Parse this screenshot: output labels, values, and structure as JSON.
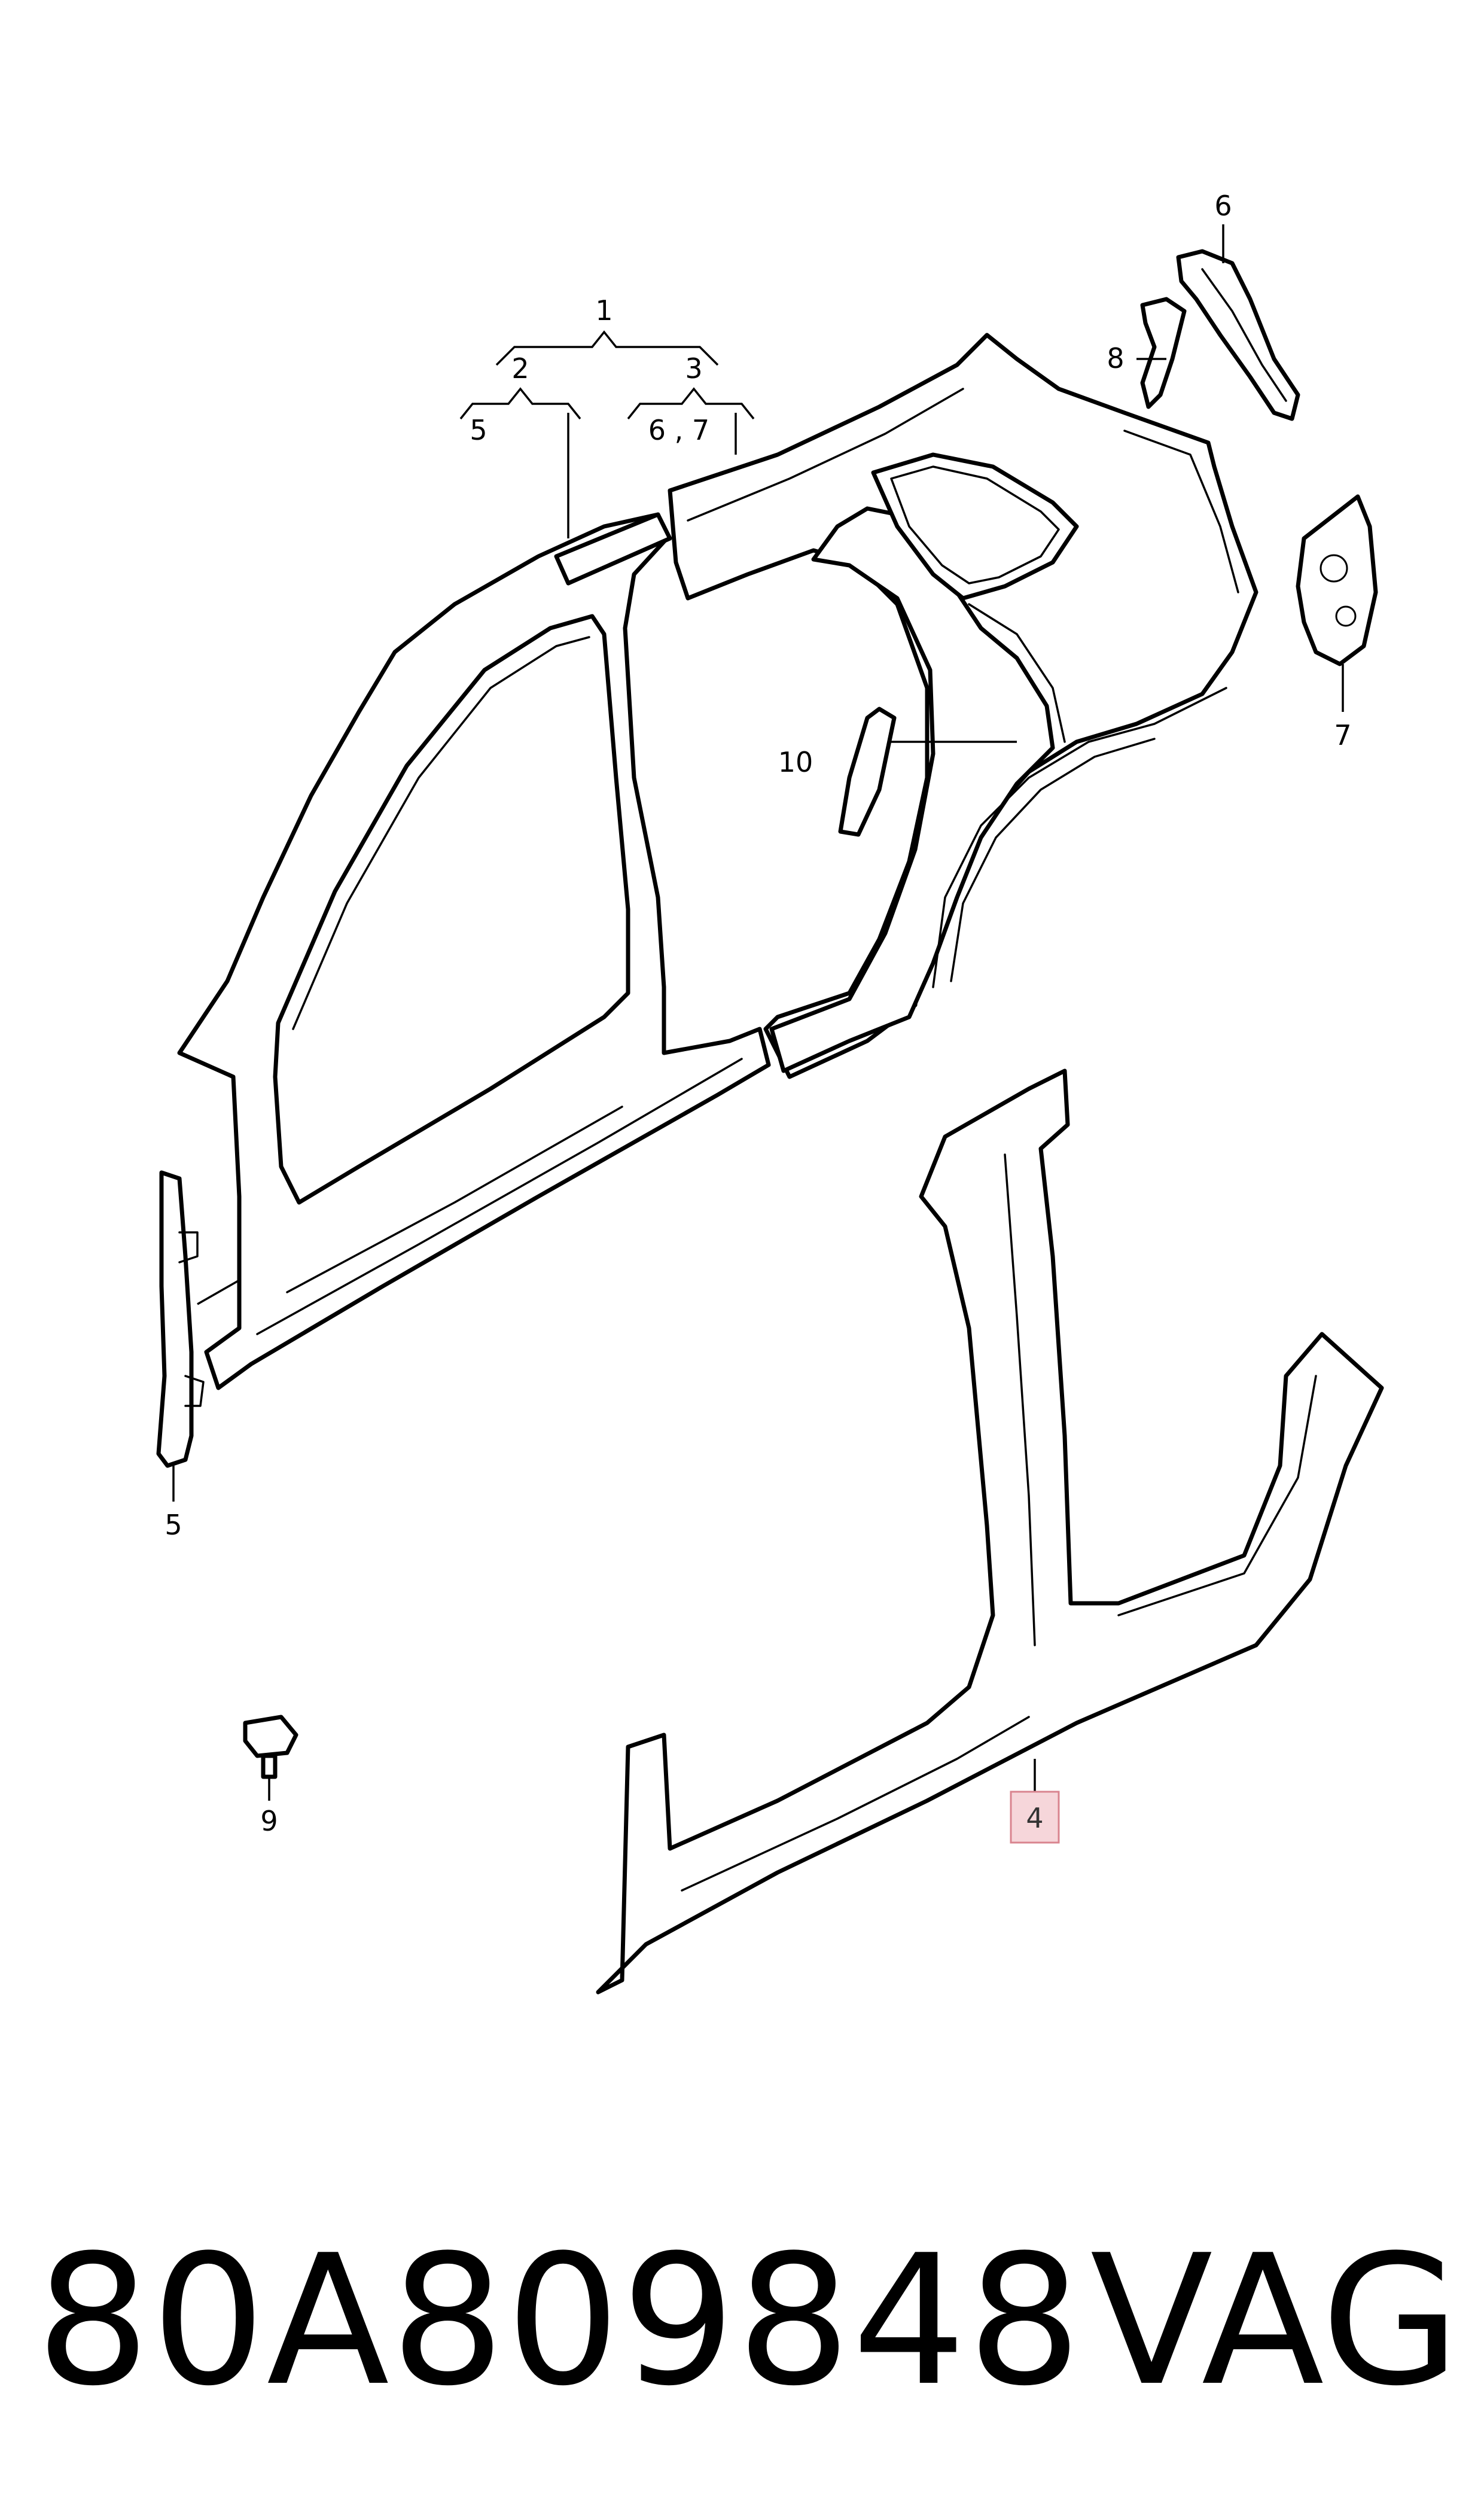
{
  "diagram": {
    "callouts": {
      "c1": "1",
      "c2": "2",
      "c3": "3",
      "c5_top": "5",
      "c67": "6 , 7",
      "c6": "6",
      "c8": "8",
      "c7": "7",
      "c10": "10",
      "c5_bottom": "5",
      "c9": "9",
      "c4": "4"
    },
    "highlight_color": "#f6d6da"
  },
  "footer": {
    "part_number": "80A809848",
    "brand": "VAG"
  }
}
